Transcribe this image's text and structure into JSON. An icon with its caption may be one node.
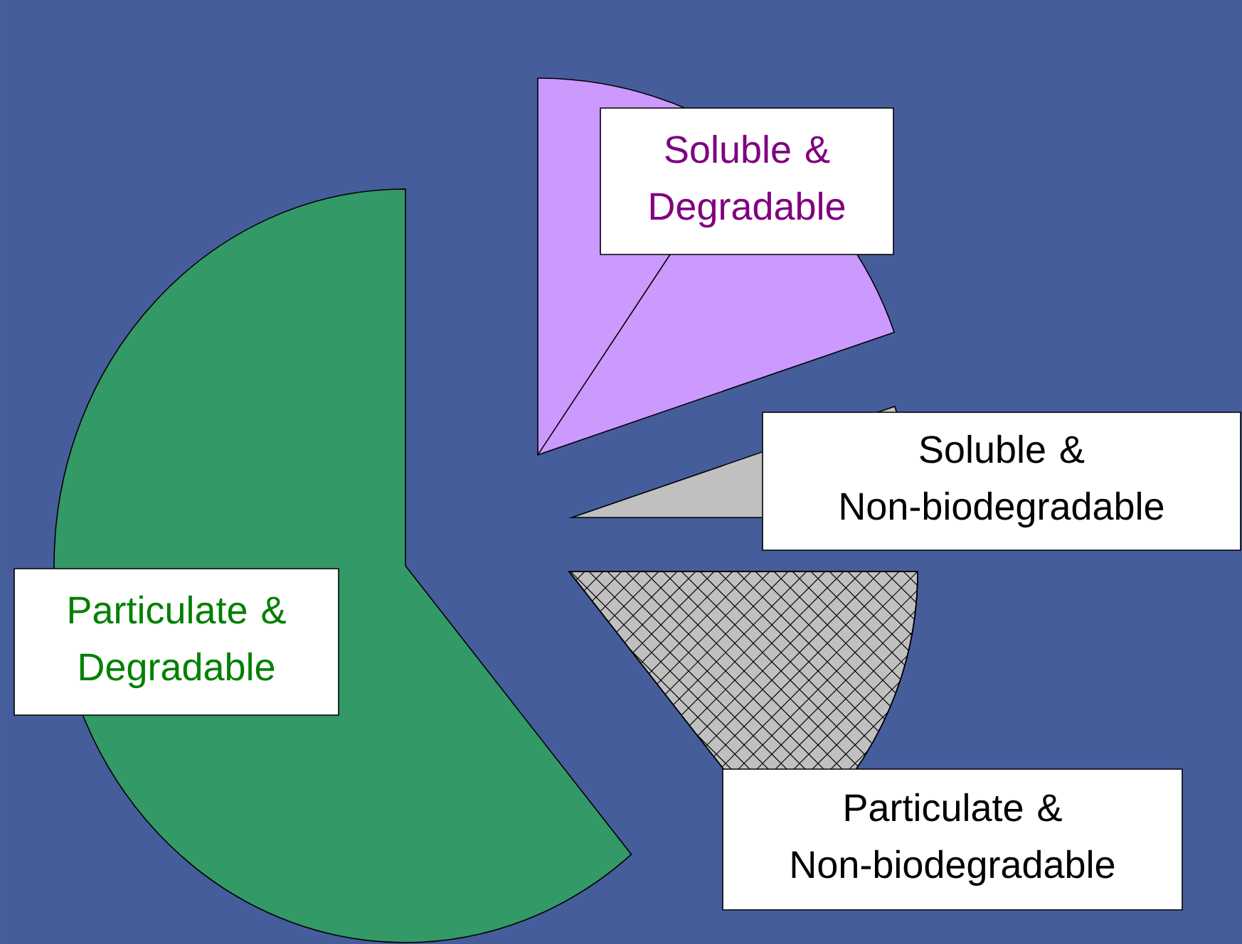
{
  "diagram": {
    "nodes": [
      {
        "text": [
          "Soluble & Degradable"
        ]
      },
      {
        "text": [
          "Soluble & Non-biodegradable"
        ]
      },
      {
        "text": [
          "Particulate & Degradable"
        ]
      },
      {
        "text": [
          "Particulate & Non-biodegradable"
        ]
      }
    ]
  }
}
